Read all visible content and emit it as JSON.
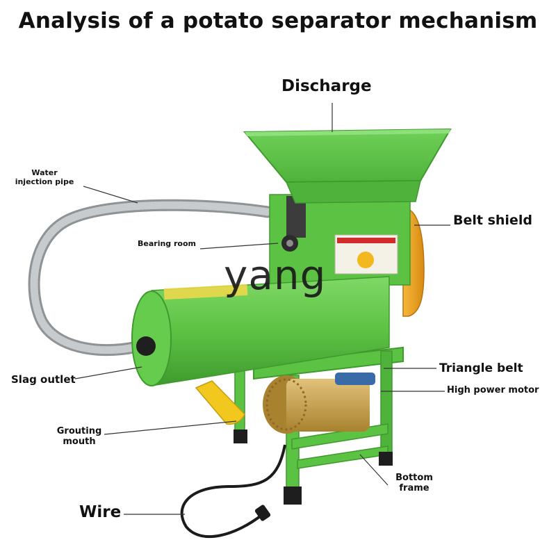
{
  "title": "Analysis of a potato separator mechanism",
  "watermark": "yang",
  "labels": {
    "discharge": "Discharge",
    "water_injection_pipe_l1": "Water",
    "water_injection_pipe_l2": "injection pipe",
    "belt_shield": "Belt shield",
    "bearing_room": "Bearing room",
    "triangle_belt": "Triangle belt",
    "high_power_motor": "High power motor",
    "slag_outlet": "Slag outlet",
    "grouting_mouth_l1": "Grouting",
    "grouting_mouth_l2": "mouth",
    "bottom_frame_l1": "Bottom",
    "bottom_frame_l2": "frame",
    "wire": "Wire"
  },
  "colors": {
    "machine_green": "#5cc243",
    "machine_green_dark": "#3f9a2e",
    "machine_green_light": "#7fd866",
    "shield_orange": "#f0a020",
    "motor_gold": "#c8a14a",
    "grout_yellow": "#f2c81e",
    "hose_silver": "#a9adb0",
    "cable_black": "#1b1b1b"
  }
}
